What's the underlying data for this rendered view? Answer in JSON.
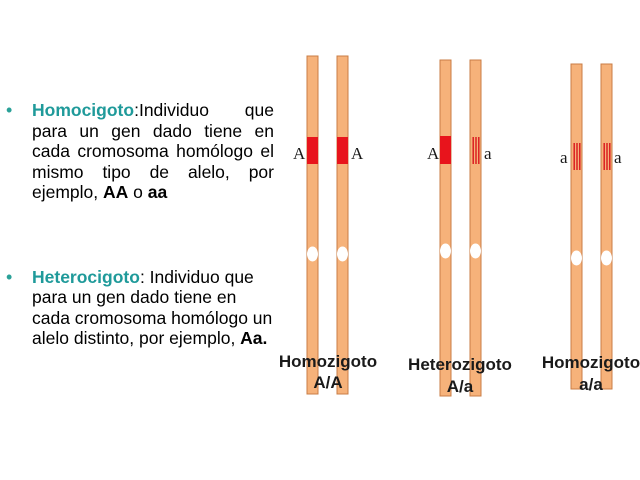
{
  "bullets": [
    {
      "term": "Homocigoto",
      "sep": ":",
      "text": "Individuo que para un gen dado tiene en cada cromosoma homólogo el mismo tipo de alelo, por ejemplo, ",
      "example_1": "AA",
      "connector": " o ",
      "example_2": "aa"
    },
    {
      "term": "Heterocigoto",
      "sep": ":",
      "text": " Individuo que para un gen dado tiene en cada cromosoma homólogo un alelo distinto, por ejemplo, ",
      "example_1": "Aa."
    }
  ],
  "diagram": {
    "groups": [
      {
        "title": "Homozigoto",
        "genotype": "A/A",
        "alleles": [
          "A",
          "A"
        ]
      },
      {
        "title": "Heterozigoto",
        "genotype": "A/a",
        "alleles": [
          "A",
          "a"
        ]
      },
      {
        "title": "Homozigoto",
        "genotype": "a/a",
        "alleles": [
          "a",
          "a"
        ]
      }
    ]
  },
  "colors": {
    "bullet_term": "#1f9a9a",
    "chromosome": "#f6b27a",
    "chromosome_edge": "#c97c45",
    "dominant_allele": "#e8141c",
    "recessive_stripe": "#d9141c"
  }
}
